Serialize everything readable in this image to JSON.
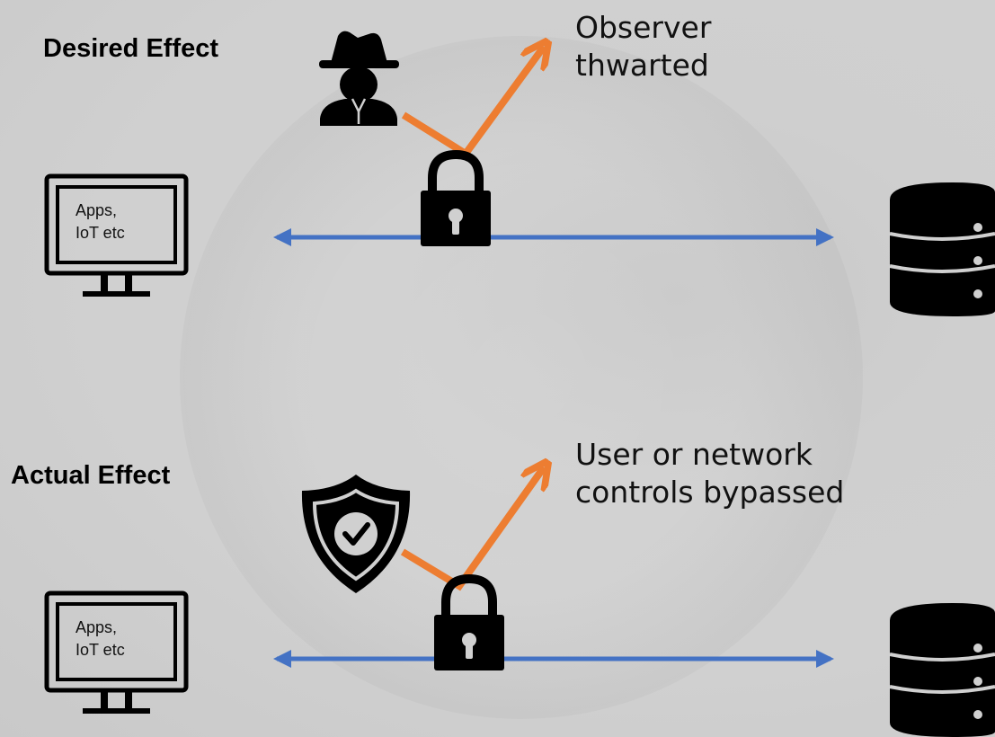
{
  "panels": {
    "desired": {
      "heading": "Desired Effect",
      "observer_caption_line1": "Observer",
      "observer_caption_line2": "thwarted",
      "client_label_line1": "Apps,",
      "client_label_line2": "IoT etc"
    },
    "actual": {
      "heading": "Actual Effect",
      "bypass_caption_line1": "User or network",
      "bypass_caption_line2": "controls bypassed",
      "client_label_line1": "Apps,",
      "client_label_line2": "IoT etc"
    }
  },
  "colors": {
    "connection_arrow": "#4472c4",
    "deflection_arrow": "#ed7d31",
    "icon_fill": "#000000",
    "background": "#cdcdcd"
  },
  "icons": {
    "observer": "spy-icon",
    "client": "monitor-icon",
    "encryption": "padlock-icon",
    "server": "database-icon",
    "controls": "shield-check-icon"
  }
}
